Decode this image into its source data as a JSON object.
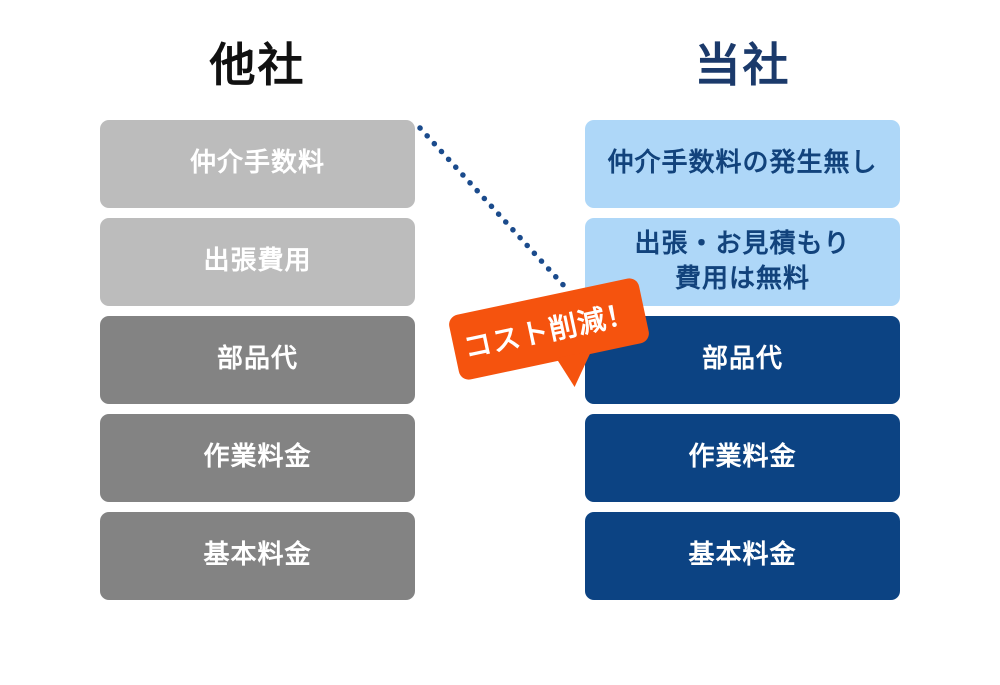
{
  "left_column": {
    "title": "他社",
    "boxes": [
      {
        "label": "仲介手数料",
        "tone": "light-gray"
      },
      {
        "label": "出張費用",
        "tone": "light-gray"
      },
      {
        "label": "部品代",
        "tone": "dark-gray"
      },
      {
        "label": "作業料金",
        "tone": "dark-gray"
      },
      {
        "label": "基本料金",
        "tone": "dark-gray"
      }
    ]
  },
  "right_column": {
    "title": "当社",
    "boxes": [
      {
        "label": "仲介手数料の発生無し",
        "tone": "light-blue"
      },
      {
        "lines": [
          "出張・お見積もり",
          "費用は無料"
        ],
        "tone": "light-blue"
      },
      {
        "label": "部品代",
        "tone": "dark-blue"
      },
      {
        "label": "作業料金",
        "tone": "dark-blue"
      },
      {
        "label": "基本料金",
        "tone": "dark-blue"
      }
    ]
  },
  "callout": {
    "label": "コスト削減！"
  },
  "colors": {
    "other_light_gray": "#bcbcbc",
    "other_dark_gray": "#838383",
    "ours_light_blue": "#aed7f8",
    "ours_light_blue_text": "#12437c",
    "ours_navy": "#0c4383",
    "ours_title_navy": "#1b3a6b",
    "other_title_black": "#111111",
    "callout_orange": "#f5530e",
    "connector_dot_blue": "#1b4b8c"
  }
}
